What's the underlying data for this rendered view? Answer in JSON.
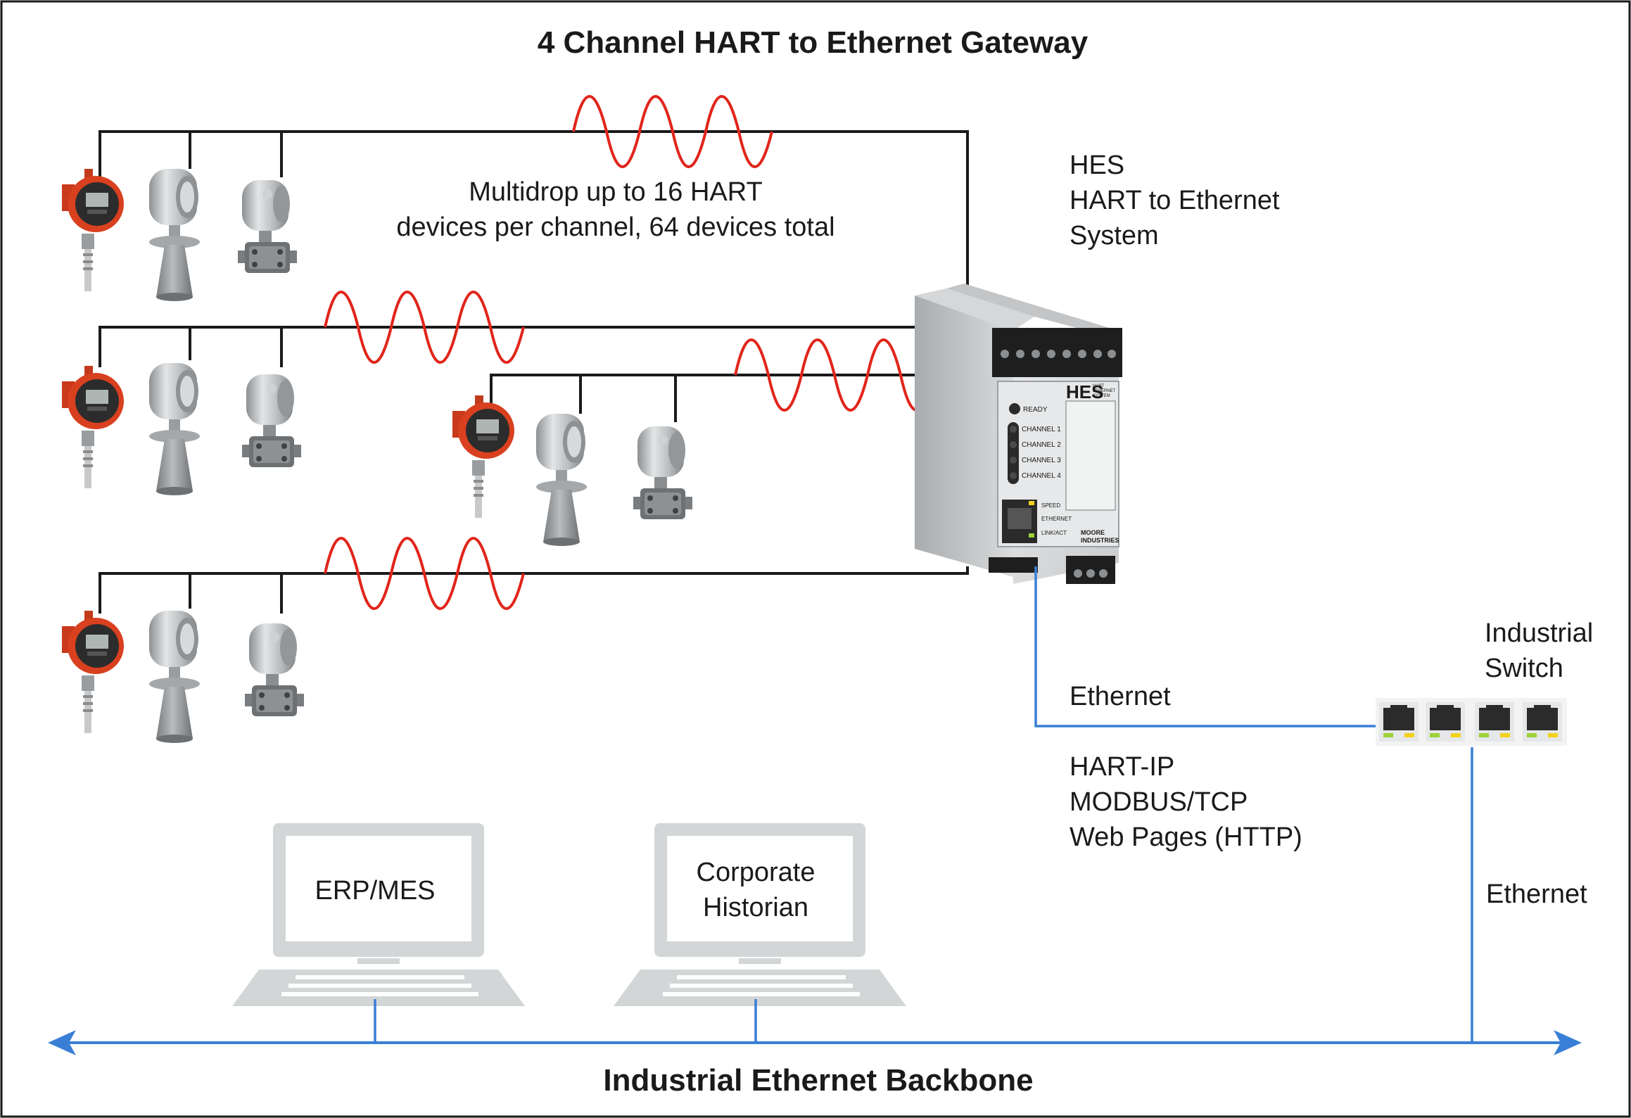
{
  "title": "4 Channel HART to Ethernet Gateway",
  "multidrop_note": [
    "Multidrop up to 16 HART",
    "devices per channel, 64 devices total"
  ],
  "gateway": {
    "caption": [
      "HES",
      "HART to Ethernet",
      "System"
    ],
    "brand": "HES",
    "brand_sub": [
      "HART",
      "ETHERNET",
      "SYSTEM"
    ],
    "leds": [
      "READY",
      "CHANNEL 1",
      "CHANNEL 2",
      "CHANNEL 3",
      "CHANNEL 4"
    ],
    "port_labels": [
      "SPEED",
      "ETHERNET",
      "LINK/ACT"
    ],
    "maker": [
      "MOORE",
      "INDUSTRIES"
    ]
  },
  "ethernet_link_label": "Ethernet",
  "protocols": [
    "HART-IP",
    "MODBUS/TCP",
    "Web Pages (HTTP)"
  ],
  "switch": {
    "caption": [
      "Industrial",
      "Switch"
    ],
    "port_count": 4
  },
  "switch_uplink_label": "Ethernet",
  "computers": [
    {
      "label": [
        "ERP/MES"
      ]
    },
    {
      "label": [
        "Corporate",
        "Historian"
      ]
    }
  ],
  "backbone_label": "Industrial Ethernet Backbone",
  "colors": {
    "wire": "#1a1a1a",
    "hart_signal": "#e1251b",
    "ethernet": "#3a7fd6",
    "laptop": "#d3d6d7",
    "transmitter_red": "#d8401f",
    "metal": "#b9bcbe"
  }
}
